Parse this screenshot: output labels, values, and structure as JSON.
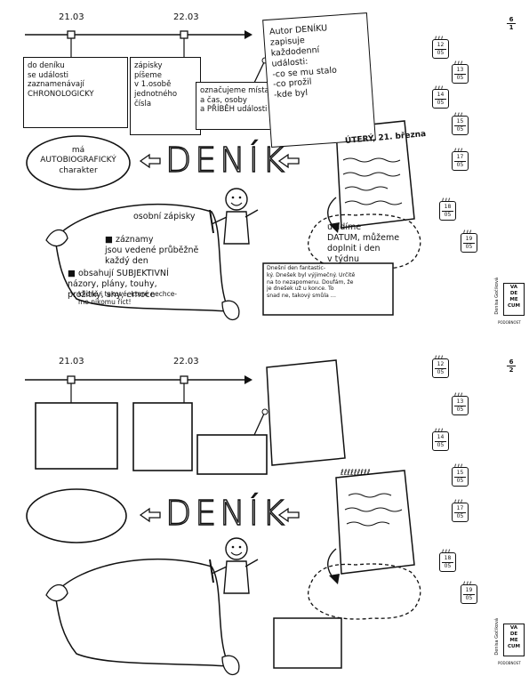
{
  "top": {
    "page_no": "6",
    "sheet_no": "1",
    "date1": "21.03",
    "date2": "22.03",
    "box1": "do deníku\nse události\nzaznamenávají\nCHRONOLOGICKY",
    "box2": "zápisky\npíšeme\nv 1.osobě\njednotného\nčísla",
    "box3": "označujeme místa\na čas, osoby\na PŘÍBĚH události",
    "author_note": "Autor DENÍKU\nzapisuje\nkaždodenní\nudálosti:\n-co se mu stalo\n-co prožil\n-kde byl",
    "ellipse": "má\nAUTOBIOGRAFICKÝ\ncharakter",
    "title": "DENÍK",
    "page_heading": "ÚTERÝ, 21. března",
    "scroll_heading": "osobní zápisky",
    "scroll_list": [
      "záznamy\njsou vedené průběžně\nkaždý den",
      "obsahují SUBJEKTIVNÍ\nnázory, plány, touhy,\nprožitky, sny, emoce"
    ],
    "scroll_tail": "klidně i takové, které nechce-\nme nikomu říct!",
    "cloud": "uvidíme\nDATUM, můžeme\ndoplnit i den\nv týdnu",
    "note_box": "Dnešní den fantastic-\nký. Dnešek byl výjimečný. Určitě\nna to nezapomenu. Doufám, že\nje dnešek už u konce. To\nsnad ne, takový smůla …",
    "dates": [
      {
        "d": "12",
        "m": "05"
      },
      {
        "d": "13",
        "m": "05"
      },
      {
        "d": "14",
        "m": "05"
      },
      {
        "d": "15",
        "m": "05"
      },
      {
        "d": "17",
        "m": "05"
      },
      {
        "d": "18",
        "m": "05"
      },
      {
        "d": "19",
        "m": "05"
      }
    ],
    "author_credit": "Denisa Gočiková",
    "logo": "VA\nDE\nME\nCUM",
    "logo_sub": "PODOBNOST"
  },
  "bottom": {
    "page_no": "6",
    "sheet_no": "2",
    "date1": "21.03",
    "date2": "22.03",
    "title": "DENÍK",
    "dates": [
      {
        "d": "12",
        "m": "05"
      },
      {
        "d": "13",
        "m": "05"
      },
      {
        "d": "14",
        "m": "05"
      },
      {
        "d": "15",
        "m": "05"
      },
      {
        "d": "17",
        "m": "05"
      },
      {
        "d": "18",
        "m": "05"
      },
      {
        "d": "19",
        "m": "05"
      }
    ],
    "author_credit": "Denisa Gočiková",
    "logo": "VA\nDE\nME\nCUM",
    "logo_sub": "PODOBNOST"
  }
}
